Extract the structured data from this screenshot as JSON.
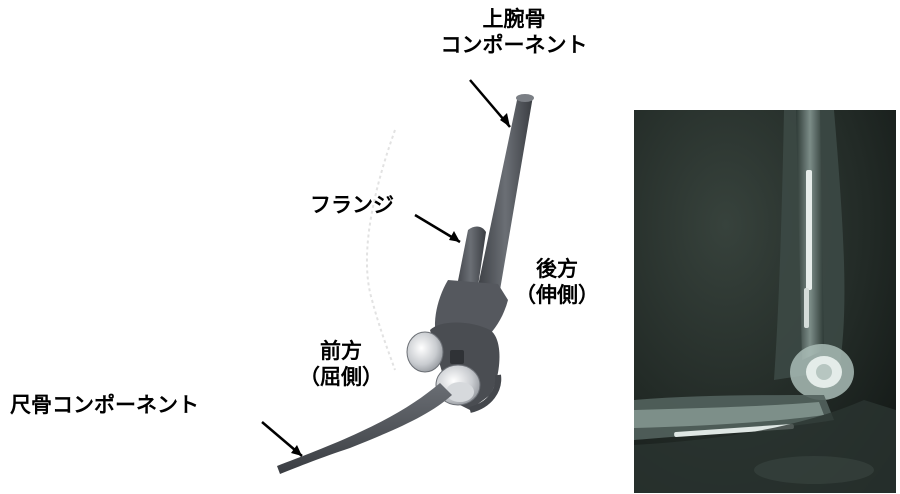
{
  "labels": {
    "humeral_line1": "上腕骨",
    "humeral_line2": "コンポーネント",
    "flange": "フランジ",
    "posterior_line1": "後方",
    "posterior_line2": "（伸側）",
    "anterior_line1": "前方",
    "anterior_line2": "（屈側）",
    "ulnar": "尺骨コンポーネント"
  },
  "colors": {
    "implant_dark": "#4a4d52",
    "implant_mid": "#6b6f75",
    "metal_light": "#d9dbde",
    "xray_bg": "#1c2420",
    "bone_glow": "#9fb3ad"
  },
  "icons": [
    "arrow-humeral",
    "arrow-flange",
    "arrow-ulnar"
  ]
}
